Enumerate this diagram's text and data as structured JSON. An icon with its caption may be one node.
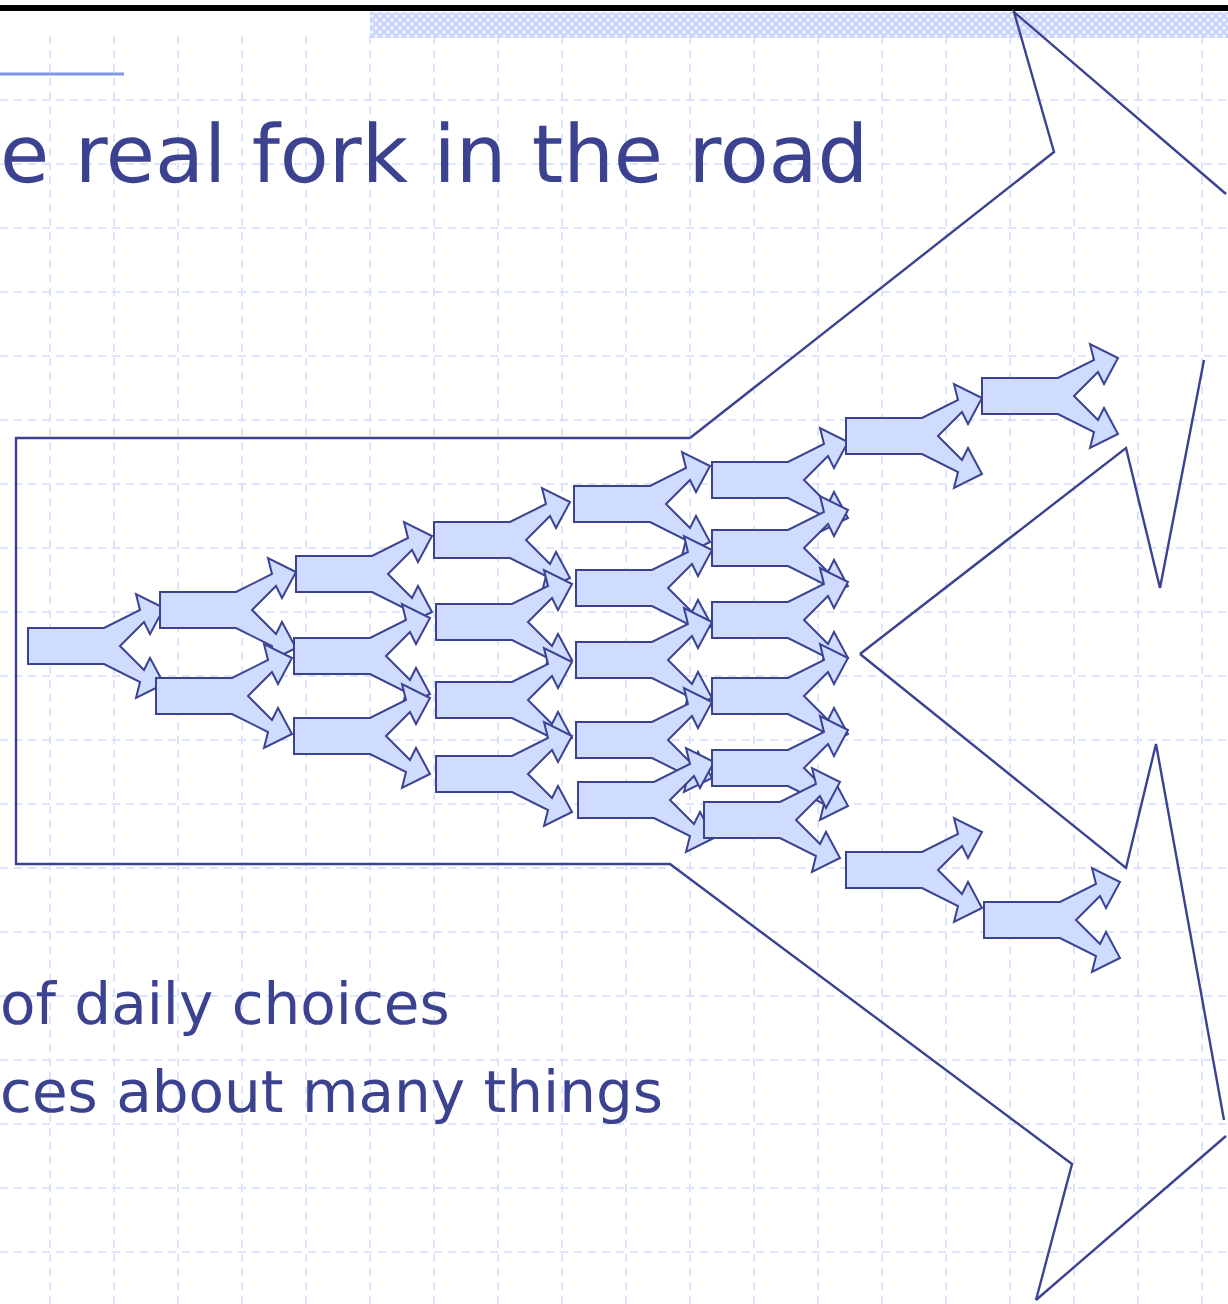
{
  "diagram": {
    "title": "e real fork in the road",
    "labels": [
      "of daily choices",
      "ces about many things"
    ]
  }
}
